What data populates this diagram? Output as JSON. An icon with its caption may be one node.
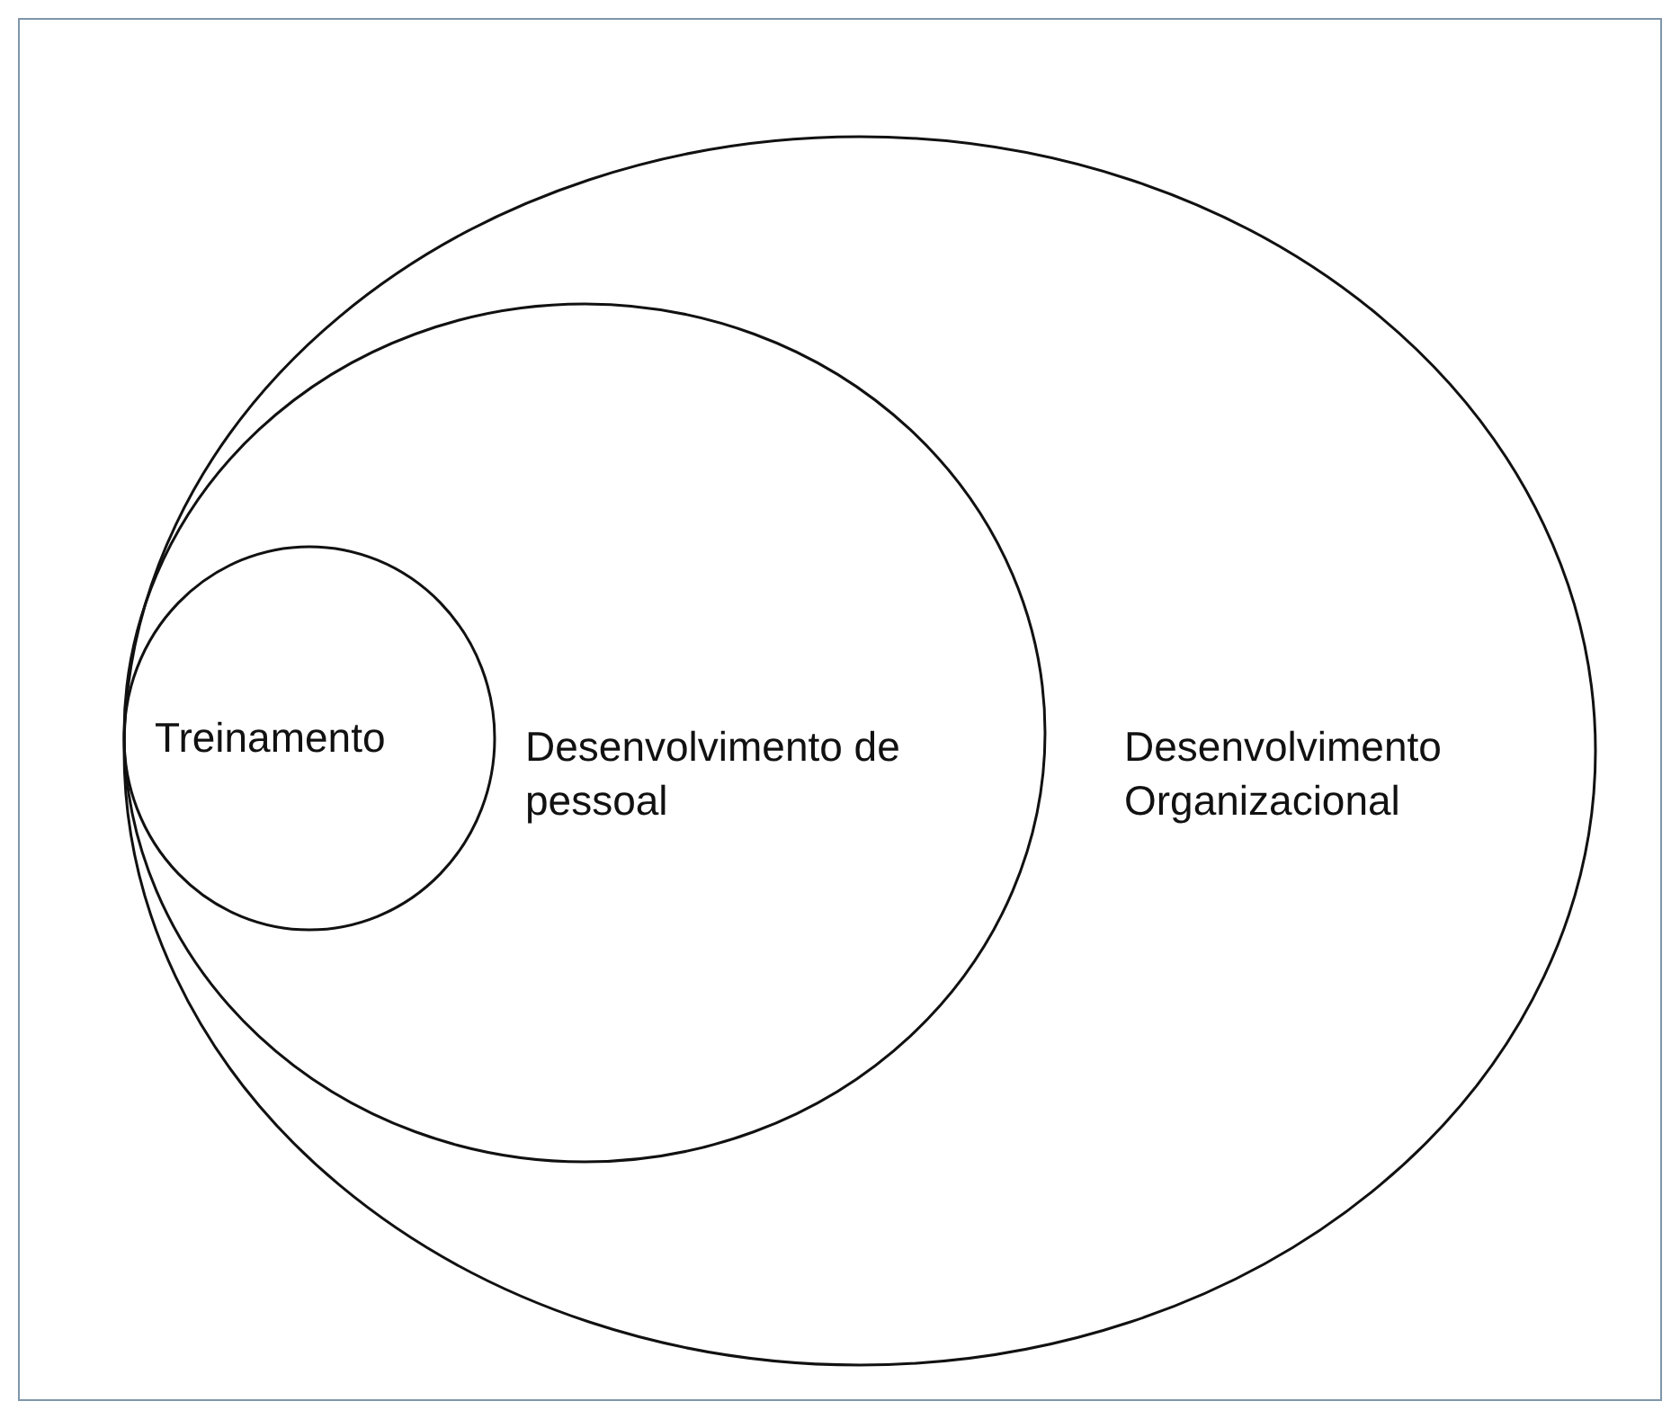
{
  "diagram": {
    "nodes": [
      {
        "text": [
          "Desenvolvimento Organizacional"
        ]
      },
      {
        "text": [
          "Desenvolvimento de pessoal"
        ],
        "in": 0
      },
      {
        "text": [
          "Treinamento"
        ],
        "in": 1
      }
    ]
  }
}
